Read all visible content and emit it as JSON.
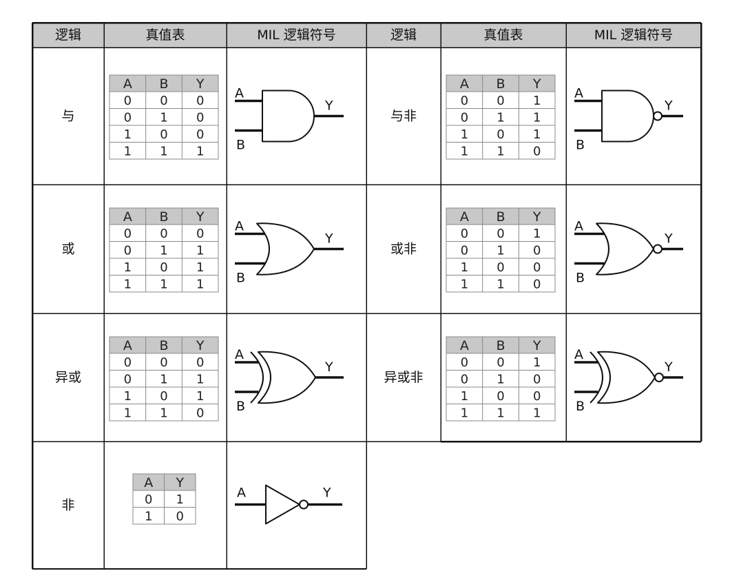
{
  "header": {
    "left": [
      "逻辑",
      "真值表",
      "MIL 逻辑符号"
    ],
    "right": [
      "逻辑",
      "真值表",
      "MIL 逻辑符号"
    ]
  },
  "truth_header": {
    "a": "A",
    "b": "B",
    "y": "Y"
  },
  "gate_labels": {
    "a": "A",
    "b": "B",
    "y": "Y"
  },
  "left_rows": [
    {
      "name": "与",
      "gate": "and",
      "truth": [
        [
          "0",
          "0",
          "0"
        ],
        [
          "0",
          "1",
          "0"
        ],
        [
          "1",
          "0",
          "0"
        ],
        [
          "1",
          "1",
          "1"
        ]
      ]
    },
    {
      "name": "或",
      "gate": "or",
      "truth": [
        [
          "0",
          "0",
          "0"
        ],
        [
          "0",
          "1",
          "1"
        ],
        [
          "1",
          "0",
          "1"
        ],
        [
          "1",
          "1",
          "1"
        ]
      ]
    },
    {
      "name": "异或",
      "gate": "xor",
      "truth": [
        [
          "0",
          "0",
          "0"
        ],
        [
          "0",
          "1",
          "1"
        ],
        [
          "1",
          "0",
          "1"
        ],
        [
          "1",
          "1",
          "0"
        ]
      ]
    },
    {
      "name": "非",
      "gate": "not",
      "truth": [
        [
          "0",
          "1"
        ],
        [
          "1",
          "0"
        ]
      ]
    }
  ],
  "right_rows": [
    {
      "name": "与非",
      "gate": "nand",
      "truth": [
        [
          "0",
          "0",
          "1"
        ],
        [
          "0",
          "1",
          "1"
        ],
        [
          "1",
          "0",
          "1"
        ],
        [
          "1",
          "1",
          "0"
        ]
      ]
    },
    {
      "name": "或非",
      "gate": "nor",
      "truth": [
        [
          "0",
          "0",
          "1"
        ],
        [
          "0",
          "1",
          "0"
        ],
        [
          "1",
          "0",
          "0"
        ],
        [
          "1",
          "1",
          "0"
        ]
      ]
    },
    {
      "name": "异或非",
      "gate": "xnor",
      "truth": [
        [
          "0",
          "0",
          "1"
        ],
        [
          "0",
          "1",
          "0"
        ],
        [
          "1",
          "0",
          "0"
        ],
        [
          "1",
          "1",
          "1"
        ]
      ]
    }
  ]
}
